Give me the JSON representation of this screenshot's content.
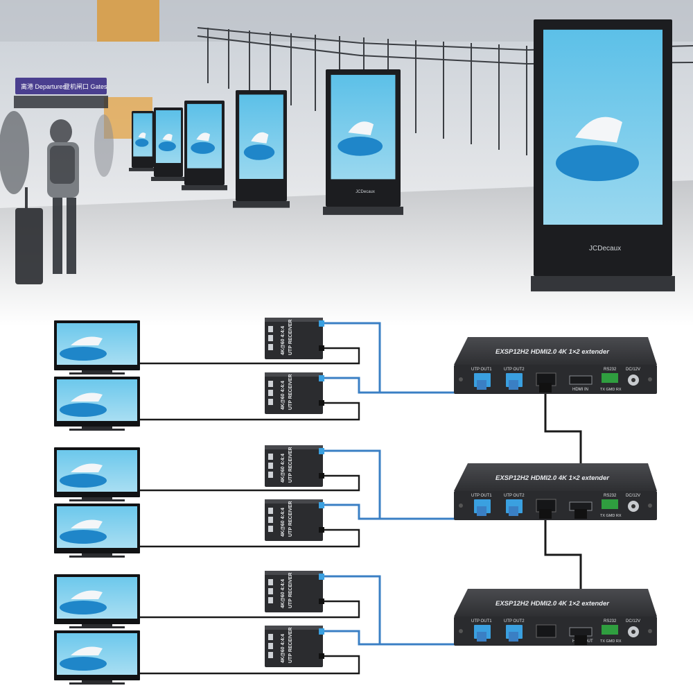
{
  "scene": {
    "kiosk_brand": "JCDecaux",
    "signage": [
      "离港 Departures",
      "登机闸口 Gates"
    ]
  },
  "extenders": [
    {
      "title": "EXSP12H2 HDMI2.0 4K 1×2 extender",
      "ports": {
        "out1": "UTP OUT1",
        "out2": "UTP OUT2",
        "hdmi": "HDMI IN",
        "rs232": "RS232",
        "txgmdrx": "TX GMD RX",
        "dc": "DC/12V"
      }
    },
    {
      "title": "EXSP12H2 HDMI2.0 4K 1×2 extender",
      "ports": {
        "out1": "UTP OUT1",
        "out2": "UTP OUT2",
        "hdmi": "",
        "rs232": "RS232",
        "txgmdrx": "TX GMD RX",
        "dc": "DC/12V"
      }
    },
    {
      "title": "EXSP12H2 HDMI2.0 4K 1×2 extender",
      "ports": {
        "out1": "UTP OUT1",
        "out2": "UTP OUT2",
        "hdmi": "HDMI OUT",
        "rs232": "RS232",
        "txgmdrx": "TX GMD RX",
        "dc": "DC/12V"
      }
    }
  ],
  "receivers": [
    {
      "label": "4K@60 4:4:4",
      "sub": "UTP RECEIVER"
    },
    {
      "label": "4K@60 4:4:4",
      "sub": "UTP RECEIVER"
    },
    {
      "label": "4K@60 4:4:4",
      "sub": "UTP RECEIVER"
    },
    {
      "label": "4K@60 4:4:4",
      "sub": "UTP RECEIVER"
    },
    {
      "label": "4K@60 4:4:4",
      "sub": "UTP RECEIVER"
    },
    {
      "label": "4K@60 4:4:4",
      "sub": "UTP RECEIVER"
    }
  ],
  "colors": {
    "utp_cable": "#3a7fc4",
    "hdmi_cable": "#1a1a1a",
    "device_body": "#3c3d40",
    "screen_bg": "#7fd0f0",
    "disc": "#1f86c9",
    "rj45": "#3aa0e0",
    "terminal": "#2f9e3f"
  }
}
